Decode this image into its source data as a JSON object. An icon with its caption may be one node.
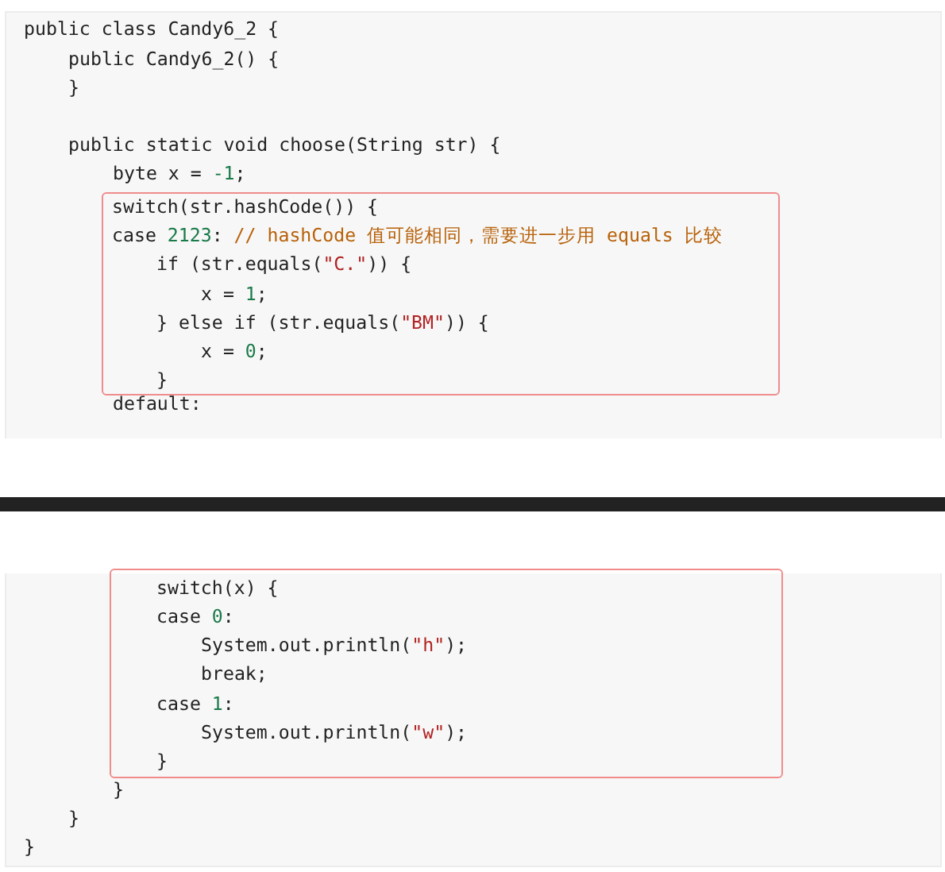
{
  "diagram": {
    "nodes": [
      {
        "text": [
          "switch(str.hashCode()) {",
          "case 2123: // hashCode 值可能相同，需要进一步用 equals 比较",
          "if (str.equals(\"C.\")) {",
          "x = 1;",
          "} else if (str.equals(\"BM\")) {",
          "x = 0;",
          "}"
        ]
      },
      {
        "text": [
          "switch(x) {",
          "case 0:",
          "System.out.println(\"h\");",
          "break;",
          "case 1:",
          "System.out.println(\"w\");",
          "}"
        ]
      }
    ],
    "labels": [
      "public class Candy6_2 {",
      "public Candy6_2() {",
      "}",
      "public static void choose(String str) {",
      "byte x = -1;",
      "default:",
      "}",
      "}",
      "}"
    ]
  }
}
